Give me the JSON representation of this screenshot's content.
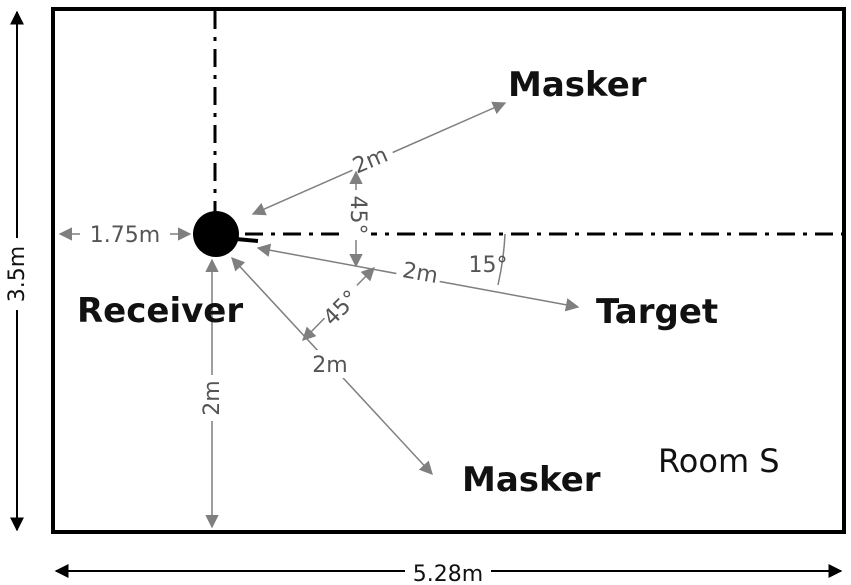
{
  "labels": {
    "masker_top": "Masker",
    "masker_bottom": "Masker",
    "target": "Target",
    "receiver": "Receiver",
    "room": "Room S"
  },
  "dimensions": {
    "width": "5.28m",
    "height": "3.5m",
    "receiver_x": "1.75m",
    "receiver_y": "2m",
    "dist_top": "2m",
    "dist_target": "2m",
    "dist_bottom": "2m",
    "angle_top": "45°",
    "angle_bottom": "45°",
    "angle_target": "15°"
  },
  "colors": {
    "room_border": "#000000",
    "dim_lines": "#7f7f7f",
    "receiver": "#000000"
  }
}
